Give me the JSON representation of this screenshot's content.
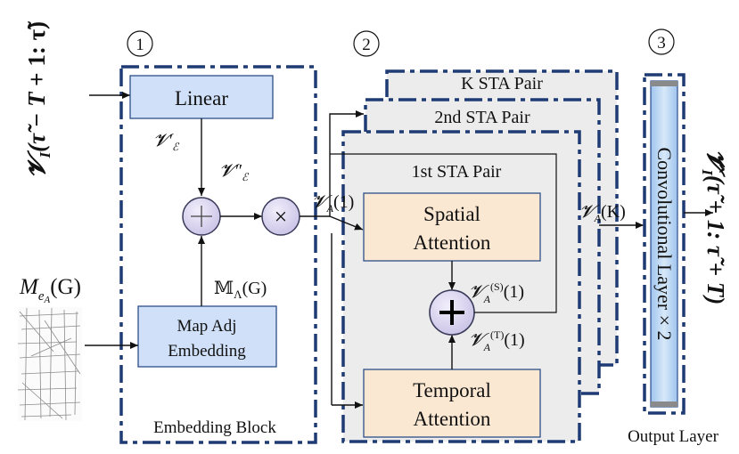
{
  "section_markers": [
    "①",
    "②",
    "③"
  ],
  "input_label": "𝓥_I(τ̃ − T + 1: τ̃)",
  "output_label": "𝓥̂_I(τ̃ + 1: τ̃ + T)",
  "map_input_label": "M_eA(G)",
  "blocks": {
    "linear": "Linear",
    "map_adj_embedding": [
      "Map Adj",
      "Embedding"
    ],
    "spatial_attention": [
      "Spatial",
      "Attention"
    ],
    "temporal_attention": [
      "Temporal",
      "Attention"
    ],
    "conv_layer": "Convolutional Layer × 2"
  },
  "stacks": {
    "k_pair": "K STA Pair",
    "second_pair": "2nd STA Pair",
    "first_pair": "1st STA Pair"
  },
  "group_labels": {
    "embedding_block": "Embedding Block",
    "output_layer": "Output Layer"
  },
  "symbols": {
    "v_e_prime": "𝓥′ℰ",
    "v_e_double_prime": "𝓥″ℰ",
    "m_lambda": "𝕄Λ(G)",
    "v_a1": "𝓥A(1)",
    "v_ak": "𝓥A(K)",
    "v_as1": "𝓥A(S)(1)",
    "v_at1": "𝓥A(T)(1)",
    "plus": "+",
    "times": "×",
    "big_plus": "+"
  }
}
